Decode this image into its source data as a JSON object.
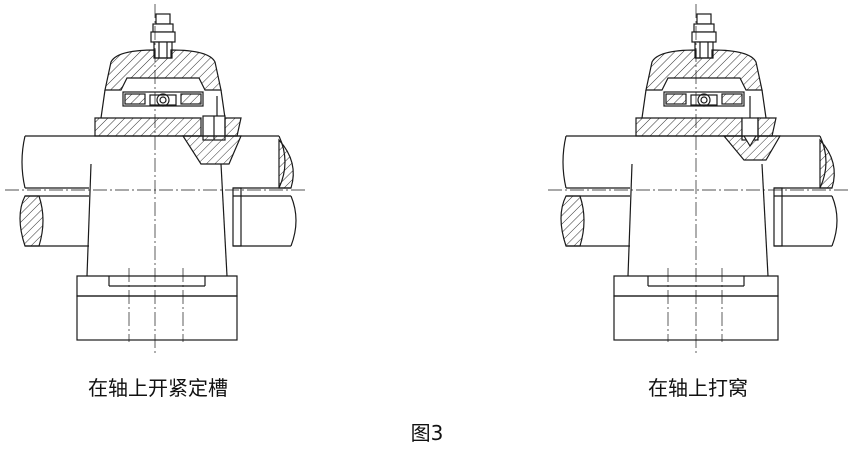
{
  "figures": [
    {
      "caption": "在轴上开紧定槽",
      "variant": "groove"
    },
    {
      "caption": "在轴上打窝",
      "variant": "dimple"
    }
  ],
  "figure_number": "图3",
  "colors": {
    "line": "#1a1a1a",
    "background": "#ffffff"
  }
}
